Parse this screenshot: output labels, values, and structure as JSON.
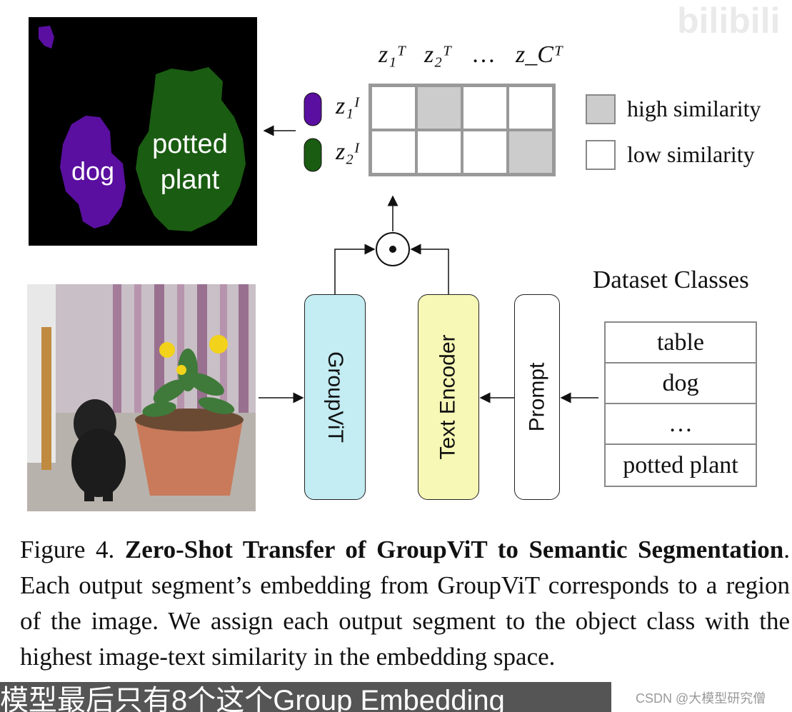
{
  "segmentation": {
    "labels": [
      "dog",
      "potted plant"
    ],
    "colors": {
      "background": "#000000",
      "dog": "#5a0fa0",
      "plant": "#1a5c12"
    }
  },
  "similarity": {
    "col_labels": [
      "z₁ᵀ",
      "z₂ᵀ",
      "…",
      "z_Cᵀ"
    ],
    "row_labels": [
      "z₁ᴵ",
      "z₂ᴵ"
    ],
    "high_cells": [
      [
        0,
        1
      ],
      [
        1,
        3
      ]
    ],
    "legend": {
      "high": "high similarity",
      "low": "low similarity"
    }
  },
  "blocks": {
    "groupvit": "GroupViT",
    "text_encoder": "Text Encoder",
    "prompt": "Prompt",
    "dot_product": "⊙"
  },
  "dataset": {
    "title": "Dataset Classes",
    "classes": [
      "table",
      "dog",
      "…",
      "potted plant"
    ]
  },
  "colors": {
    "groupvit": "#c3ecf3",
    "text_encoder": "#f7f7b6"
  },
  "caption": {
    "prefix": "Figure 4.",
    "bold": "Zero-Shot Transfer of GroupViT to Semantic Segmentation",
    "rest": ". Each output segment’s embedding from GroupViT corresponds to a region of the image. We assign each output segment to the object class with the highest image-text similarity in the embedding space."
  },
  "overlay": {
    "subtitle": "模型最后只有8个这个Group Embedding",
    "credit": "CSDN @大模型研究僧",
    "watermark": "bilibili"
  }
}
